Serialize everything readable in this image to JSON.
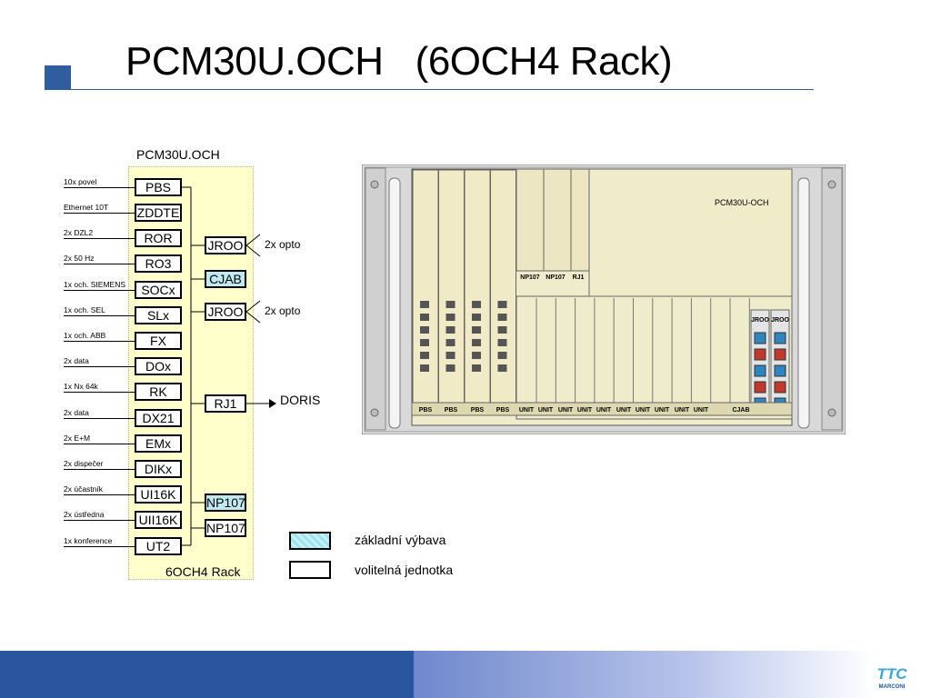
{
  "title": "PCM30U.OCH   (6OCH4 Rack)",
  "rack": {
    "top_label": "PCM30U.OCH",
    "bottom_label": "6OCH4 Rack"
  },
  "modules": [
    {
      "label": "PBS",
      "signal": "10x povel"
    },
    {
      "label": "ZDDTE",
      "signal": "Ethernet 10T"
    },
    {
      "label": "ROR",
      "signal": "2x DZL2"
    },
    {
      "label": "RO3",
      "signal": " 2x 50 Hz"
    },
    {
      "label": "SOCx",
      "signal": "1x och. SIEMENS"
    },
    {
      "label": "SLx",
      "signal": "1x och. SEL"
    },
    {
      "label": "FX",
      "signal": "1x och. ABB"
    },
    {
      "label": "DOx",
      "signal": "2x data"
    },
    {
      "label": "RK",
      "signal": "1x Nx 64k"
    },
    {
      "label": "DX21",
      "signal": "2x data"
    },
    {
      "label": "EMx",
      "signal": "2x E+M"
    },
    {
      "label": "DIKx",
      "signal": "2x dispečer"
    },
    {
      "label": "UI16K",
      "signal": "2x účastník"
    },
    {
      "label": "UII16K",
      "signal": "2x ústředna"
    },
    {
      "label": "UT2",
      "signal": "1x konference"
    }
  ],
  "right_modules": {
    "jroo1": "JROO",
    "cjab": "CJAB",
    "jroo2": "JROO",
    "rj1": "RJ1",
    "np107a": "NP107",
    "np107b": "NP107"
  },
  "notes": {
    "opto1": "2x opto",
    "opto2": "2x opto",
    "doris": "DORIS"
  },
  "legend": {
    "basic": "základní výbava",
    "optional": "volitelná jednotka"
  },
  "photo": {
    "panel_title": "PCM30U-OCH",
    "top_labels": [
      "NP107",
      "NP107",
      "RJ1"
    ],
    "right_labels": [
      "JROO",
      "JROO"
    ],
    "bottom_labels": [
      "PBS",
      "PBS",
      "PBS",
      "PBS",
      "UNIT",
      "UNIT",
      "UNIT",
      "UNIT",
      "UNIT",
      "UNIT",
      "UNIT",
      "UNIT",
      "UNIT",
      "UNIT",
      "CJAB"
    ]
  },
  "logo": {
    "letters": "TTC",
    "sub": "MARCONI"
  },
  "colors": {
    "accent": "#2f5d9e",
    "rack_fill": "#ffffcc",
    "basic_fill": "#bfeaf2"
  }
}
